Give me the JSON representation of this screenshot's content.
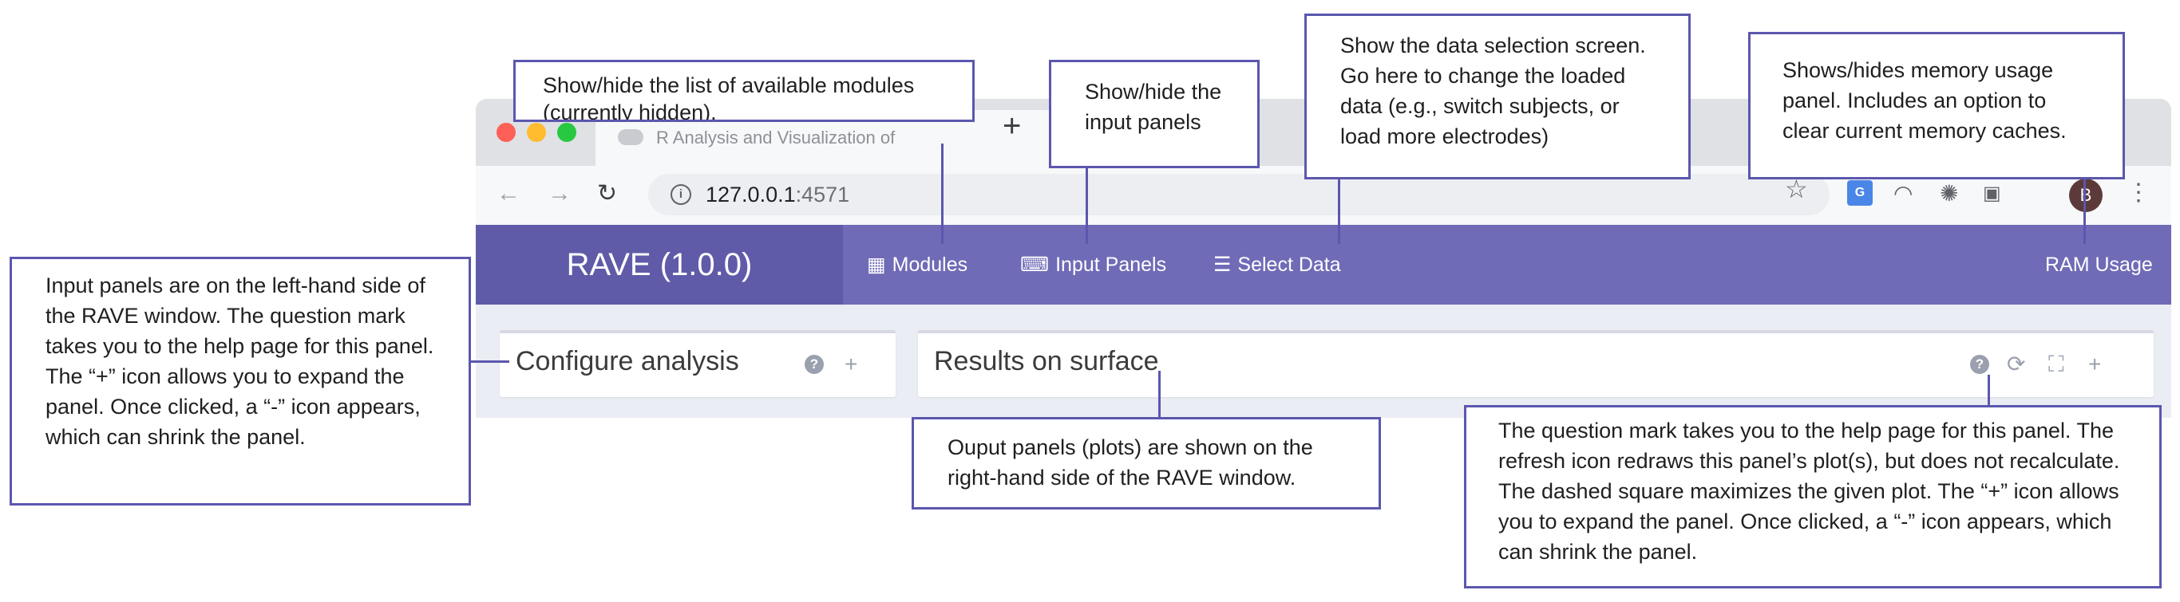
{
  "browser": {
    "tab_title": "R Analysis and Visualization of",
    "new_tab": "+",
    "url_host": "127.0.0.1",
    "url_port": ":4571",
    "avatar_letter": "B"
  },
  "app": {
    "brand": "RAVE (1.0.0)",
    "nav": {
      "modules": "Modules",
      "input_panels": "Input Panels",
      "select_data": "Select Data",
      "ram_usage": "RAM Usage"
    },
    "panels": {
      "left_title": "Configure analysis",
      "right_title": "Results on surface"
    }
  },
  "callouts": {
    "modules": "Show/hide the list of available modules (currently hidden).",
    "input_panels": "Show/hide the input panels",
    "select_data": "Show the data selection screen. Go here to change the loaded data (e.g., switch subjects, or load more electrodes)",
    "ram": "Shows/hides memory usage panel. Includes an option to clear current memory caches.",
    "input_side": "Input panels are on the left-hand side of the RAVE window. The question mark takes you to the help page for this panel. The “+” icon allows you to expand the panel. Once clicked, a “-” icon appears, which can shrink the panel.",
    "output_side": "Ouput panels (plots) are shown on the right-hand side of the RAVE window.",
    "panel_icons": "The question mark takes you to the help page for this panel. The refresh icon redraws this panel’s plot(s), but does not recalculate. The dashed square maximizes the given plot. The “+” icon allows you to expand the panel. Once clicked, a “-” icon appears, which can shrink the panel."
  },
  "colors": {
    "navbar": "#6f6bb6",
    "brand_bg": "#5f5ba8",
    "callout_border": "#5b57ae"
  }
}
